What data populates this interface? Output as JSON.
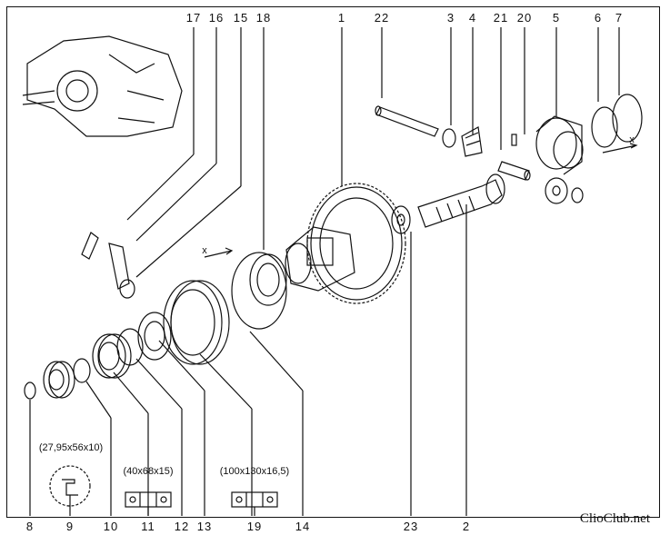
{
  "diagram": {
    "top_labels": [
      "17",
      "16",
      "15",
      "18",
      "1",
      "22",
      "3",
      "4",
      "21",
      "20",
      "5",
      "6",
      "7"
    ],
    "bottom_labels": [
      "8",
      "9",
      "10",
      "11",
      "12",
      "13",
      "19",
      "14",
      "23",
      "2"
    ],
    "dimensions": {
      "seal": "(27,95x56x10)",
      "bearing_small": "(40x68x15)",
      "bearing_large": "(100x130x16,5)"
    },
    "clearance_symbol_left": "x",
    "clearance_symbol_right": "x",
    "watermark": "ClioClub.net"
  }
}
